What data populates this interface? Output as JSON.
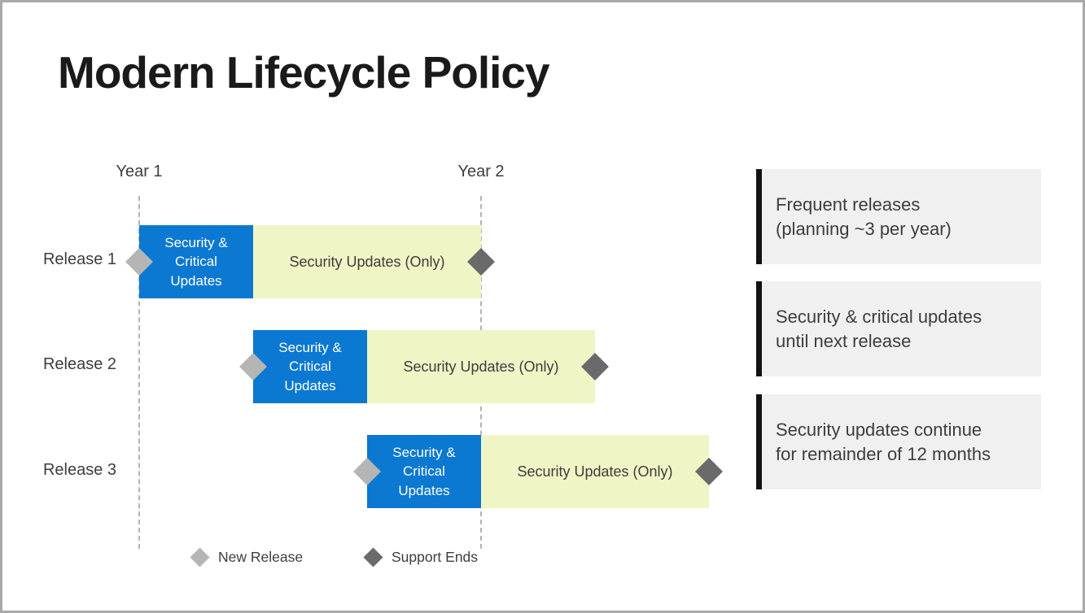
{
  "slide": {
    "title": "Modern Lifecycle Policy"
  },
  "timeline": {
    "year_labels": [
      {
        "label": "Year 1"
      },
      {
        "label": "Year 2"
      }
    ],
    "rows": [
      {
        "label": "Release 1",
        "critical_phase": "Security & Critical Updates",
        "security_phase": "Security Updates (Only)",
        "new_release_at_year": 0,
        "critical_updates_until_year": 0.33,
        "support_ends_at_year": 1.0
      },
      {
        "label": "Release 2",
        "critical_phase": "Security & Critical Updates",
        "security_phase": "Security Updates (Only)",
        "new_release_at_year": 0.33,
        "critical_updates_until_year": 0.67,
        "support_ends_at_year": 1.33
      },
      {
        "label": "Release 3",
        "critical_phase": "Security & Critical Updates",
        "security_phase": "Security Updates (Only)",
        "new_release_at_year": 0.67,
        "critical_updates_until_year": 1.0,
        "support_ends_at_year": 1.67
      }
    ]
  },
  "legend": {
    "new_release": "New Release",
    "support_ends": "Support Ends"
  },
  "annotations": [
    {
      "line1": "Frequent releases",
      "line2": "(planning ~3 per year)"
    },
    {
      "line1": "Security & critical updates",
      "line2": "until next release"
    },
    {
      "line1": "Security updates continue",
      "line2": "for remainder of 12 months"
    }
  ],
  "colors": {
    "critical_bar": "#0b78d1",
    "security_bar": "#eff5c5",
    "new_release_diamond": "#b5b5b5",
    "support_ends_diamond": "#6a6a6a",
    "annotation_bg": "#f0f0f0",
    "annotation_accent": "#121212",
    "text": "#3d3d3d",
    "title": "#1a1a1a",
    "gridline": "#b3b3b3",
    "border": "#a9a9a9"
  }
}
